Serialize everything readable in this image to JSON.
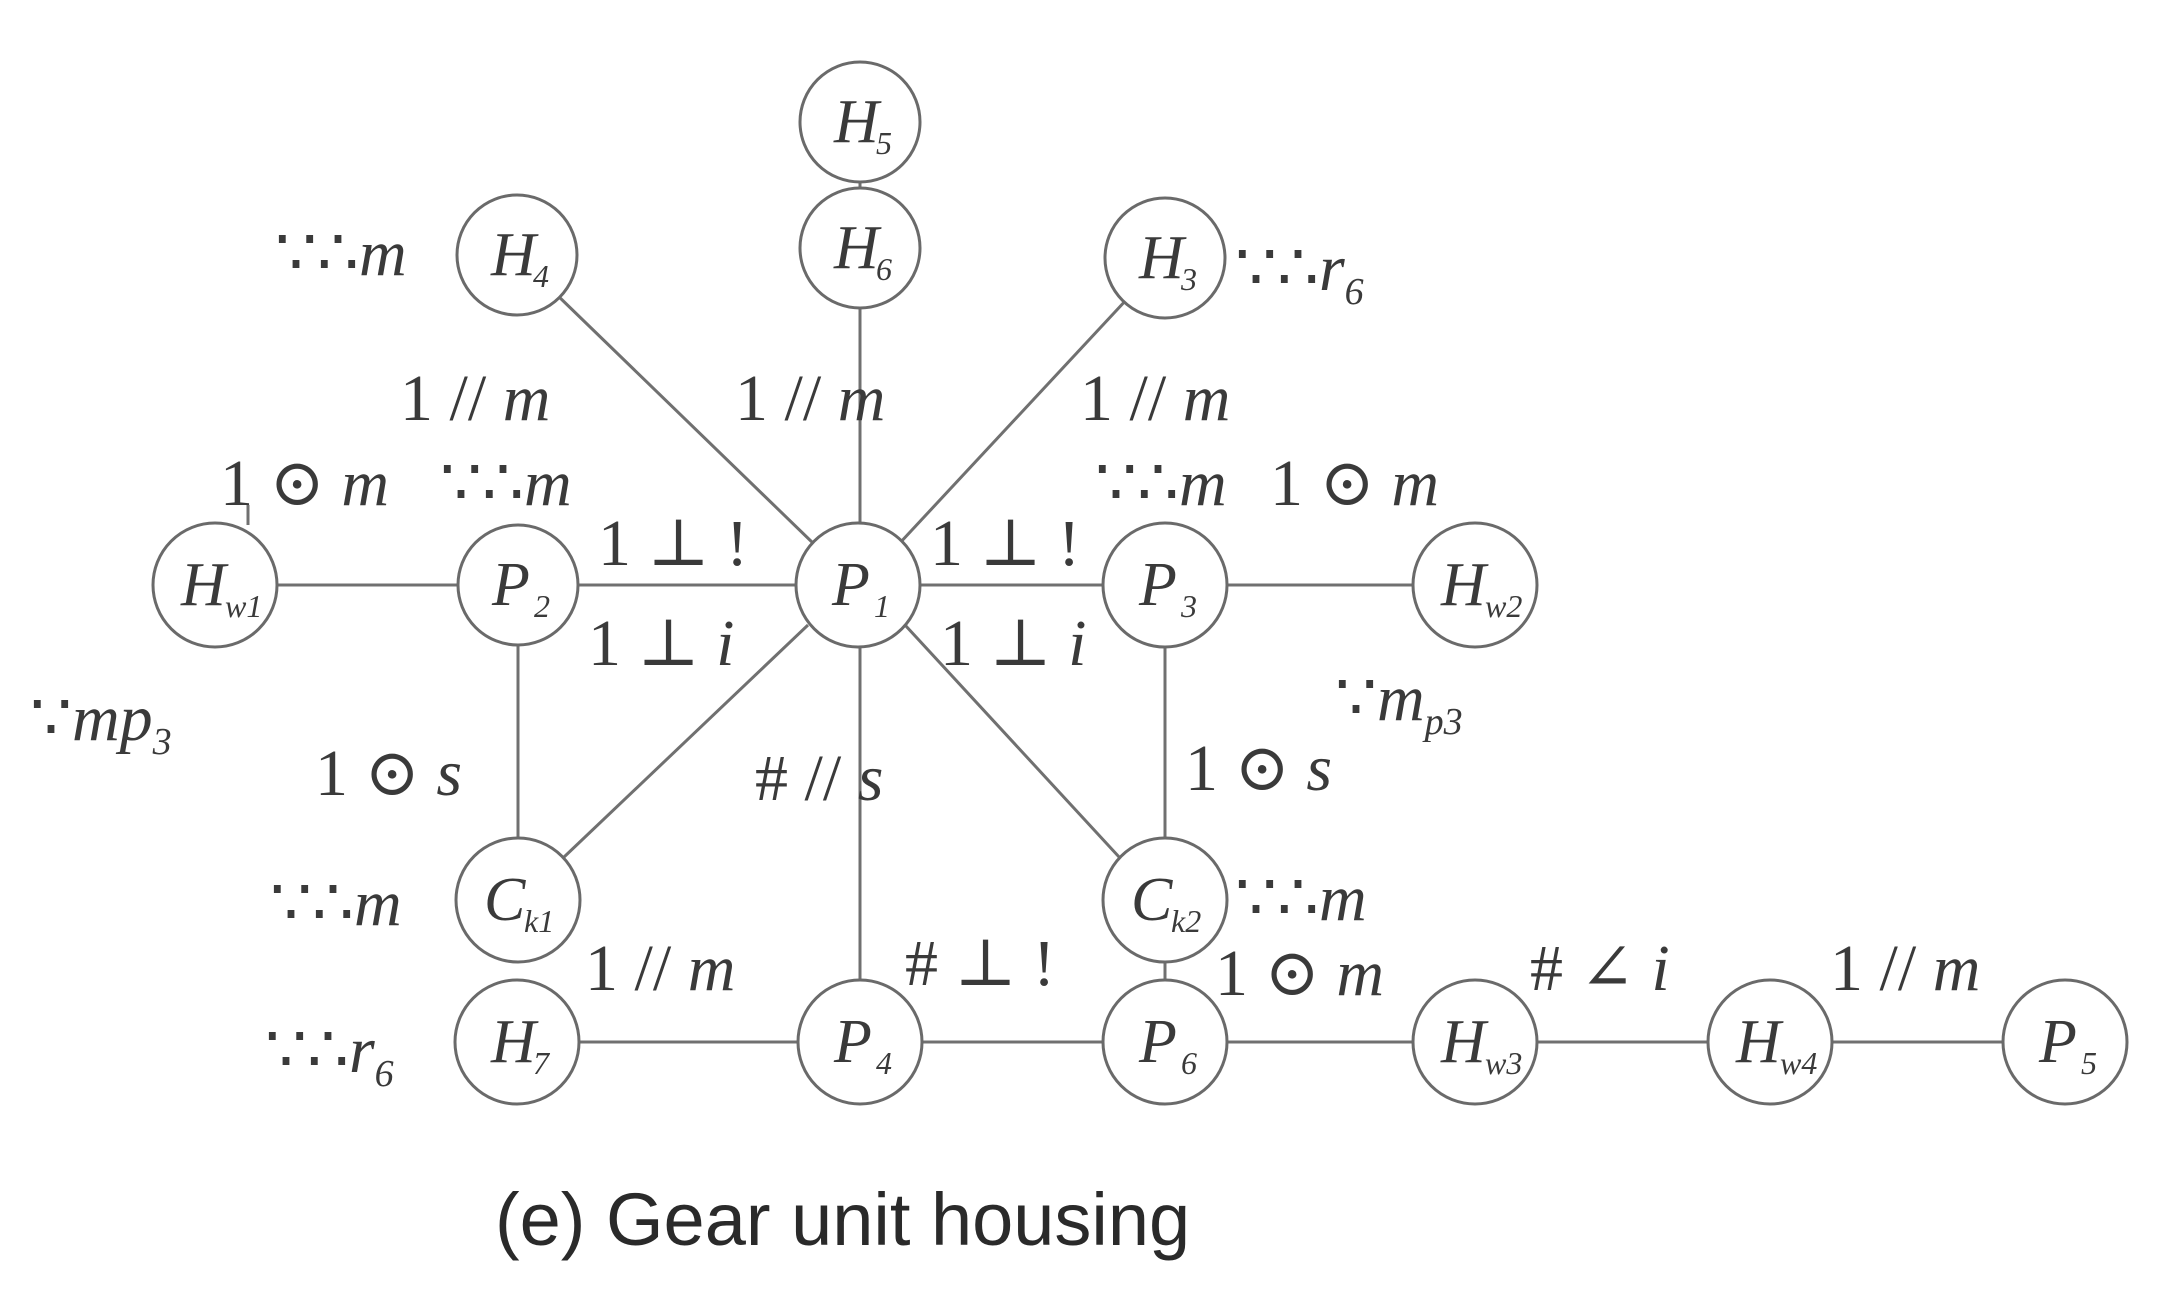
{
  "caption": "(e) Gear unit housing",
  "nodes": {
    "H5": {
      "main": "H",
      "sub": "5"
    },
    "H6": {
      "main": "H",
      "sub": "6"
    },
    "H4": {
      "main": "H",
      "sub": "4"
    },
    "H3": {
      "main": "H",
      "sub": "3"
    },
    "Hw1": {
      "main": "H",
      "sub": "w1"
    },
    "P2": {
      "main": "P",
      "sub": "2"
    },
    "P1": {
      "main": "P",
      "sub": "1"
    },
    "P3": {
      "main": "P",
      "sub": "3"
    },
    "Hw2": {
      "main": "H",
      "sub": "w2"
    },
    "Ck1": {
      "main": "C",
      "sub": "k1"
    },
    "Ck2": {
      "main": "C",
      "sub": "k2"
    },
    "H7": {
      "main": "H",
      "sub": "7"
    },
    "P4": {
      "main": "P",
      "sub": "4"
    },
    "P6": {
      "main": "P",
      "sub": "6"
    },
    "Hw3": {
      "main": "H",
      "sub": "w3"
    },
    "Hw4": {
      "main": "H",
      "sub": "w4"
    },
    "P5": {
      "main": "P",
      "sub": "5"
    }
  },
  "labels": {
    "h4_side": {
      "a": "∵∴",
      "b": "m"
    },
    "h3_side": {
      "a": "∵∴",
      "b": "r",
      "sub": "6"
    },
    "p2h4": {
      "a": "1 // ",
      "b": "m"
    },
    "p1h6": {
      "a": "1 // ",
      "b": "m"
    },
    "p1h3": {
      "a": "1 // ",
      "b": "m"
    },
    "hw1_top": {
      "a": "1 ⊙ ",
      "b": "m"
    },
    "p2_top": {
      "a": "∵∴",
      "b": "m"
    },
    "p3_top": {
      "a": "∵∴",
      "b": "m"
    },
    "hw2_top": {
      "a": "1 ⊙ ",
      "b": "m"
    },
    "p2p1_a": {
      "a": "1 ⊥ !",
      "b": ""
    },
    "p2p1_b": {
      "a": "1 ⊥ ",
      "b": "i"
    },
    "p1p3_a": {
      "a": "1 ⊥ !",
      "b": ""
    },
    "p1p3_b": {
      "a": "1 ⊥ ",
      "b": "i"
    },
    "hw1_side": {
      "a": "∵",
      "b": "mp",
      "sub": "3"
    },
    "p2ck1": {
      "a": "1 ⊙ ",
      "b": "s"
    },
    "p1p4": {
      "a": "# // ",
      "b": "s"
    },
    "p3ck2": {
      "a": "1 ⊙ ",
      "b": "s"
    },
    "hw2_side": {
      "a": "∵",
      "b": "m",
      "sub": "p3"
    },
    "ck1_side": {
      "a": "∵∴",
      "b": "m"
    },
    "ck2_side": {
      "a": "∵∴",
      "b": "m"
    },
    "h7p4": {
      "a": "1 // ",
      "b": "m"
    },
    "p4p6": {
      "a": "# ⊥ !",
      "b": ""
    },
    "p6hw3": {
      "a": "1 ⊙ ",
      "b": "m"
    },
    "hw3hw4": {
      "a": "# ∠ ",
      "b": "i"
    },
    "hw4p5": {
      "a": "1 // ",
      "b": "m"
    },
    "h7_side": {
      "a": "∵∴",
      "b": "r",
      "sub": "6"
    }
  }
}
